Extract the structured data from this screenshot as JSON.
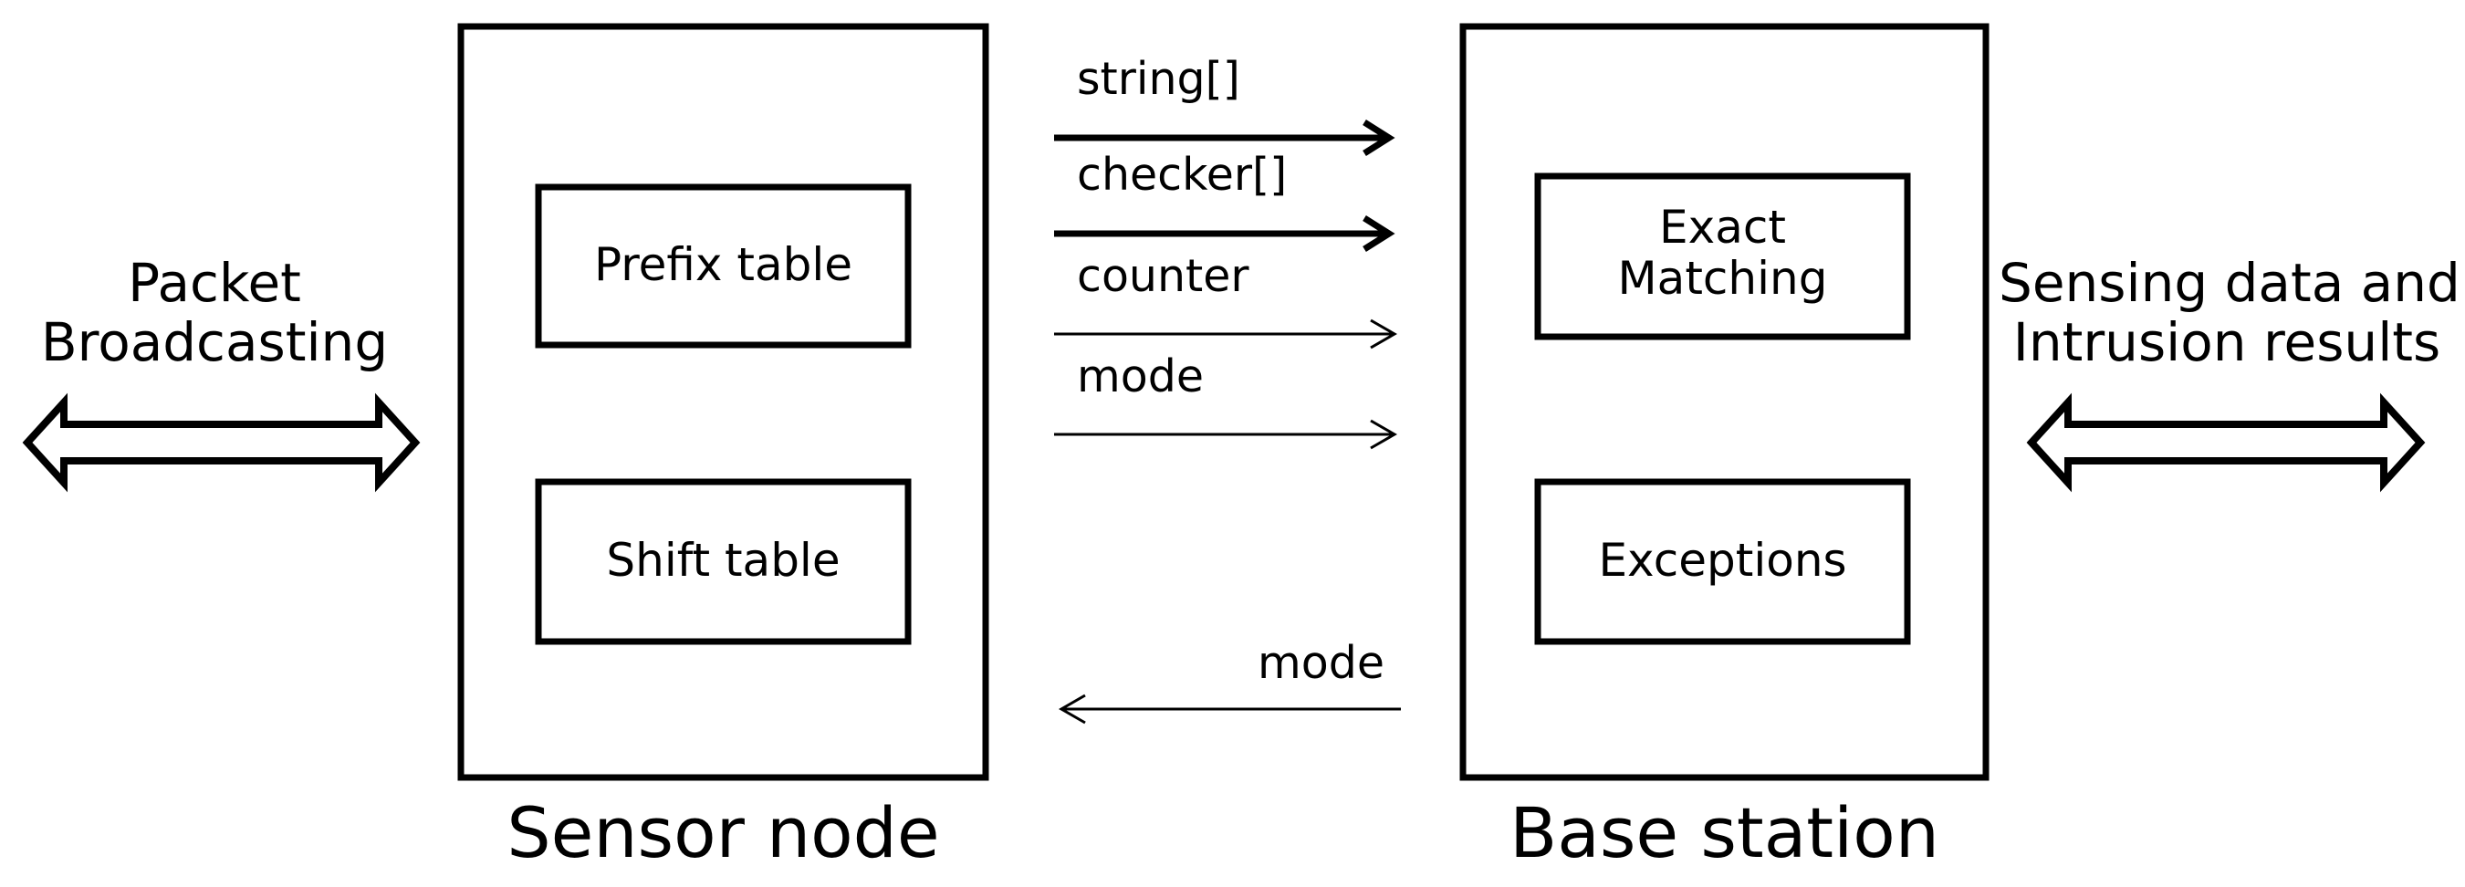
{
  "left_label": [
    "Packet",
    "Broadcasting"
  ],
  "right_label": [
    "Sensing data and",
    "Intrusion results"
  ],
  "sensor_node": {
    "caption": "Sensor node",
    "prefix_table": "Prefix table",
    "shift_table": "Shift table"
  },
  "base_station": {
    "caption": "Base station",
    "exact_matching": [
      "Exact",
      "Matching"
    ],
    "exceptions": "Exceptions"
  },
  "messages_to_base": [
    "string[]",
    "checker[]",
    "counter",
    "mode"
  ],
  "messages_to_sensor": [
    "mode"
  ],
  "colors": {
    "stroke": "#000000",
    "background": "#ffffff"
  }
}
